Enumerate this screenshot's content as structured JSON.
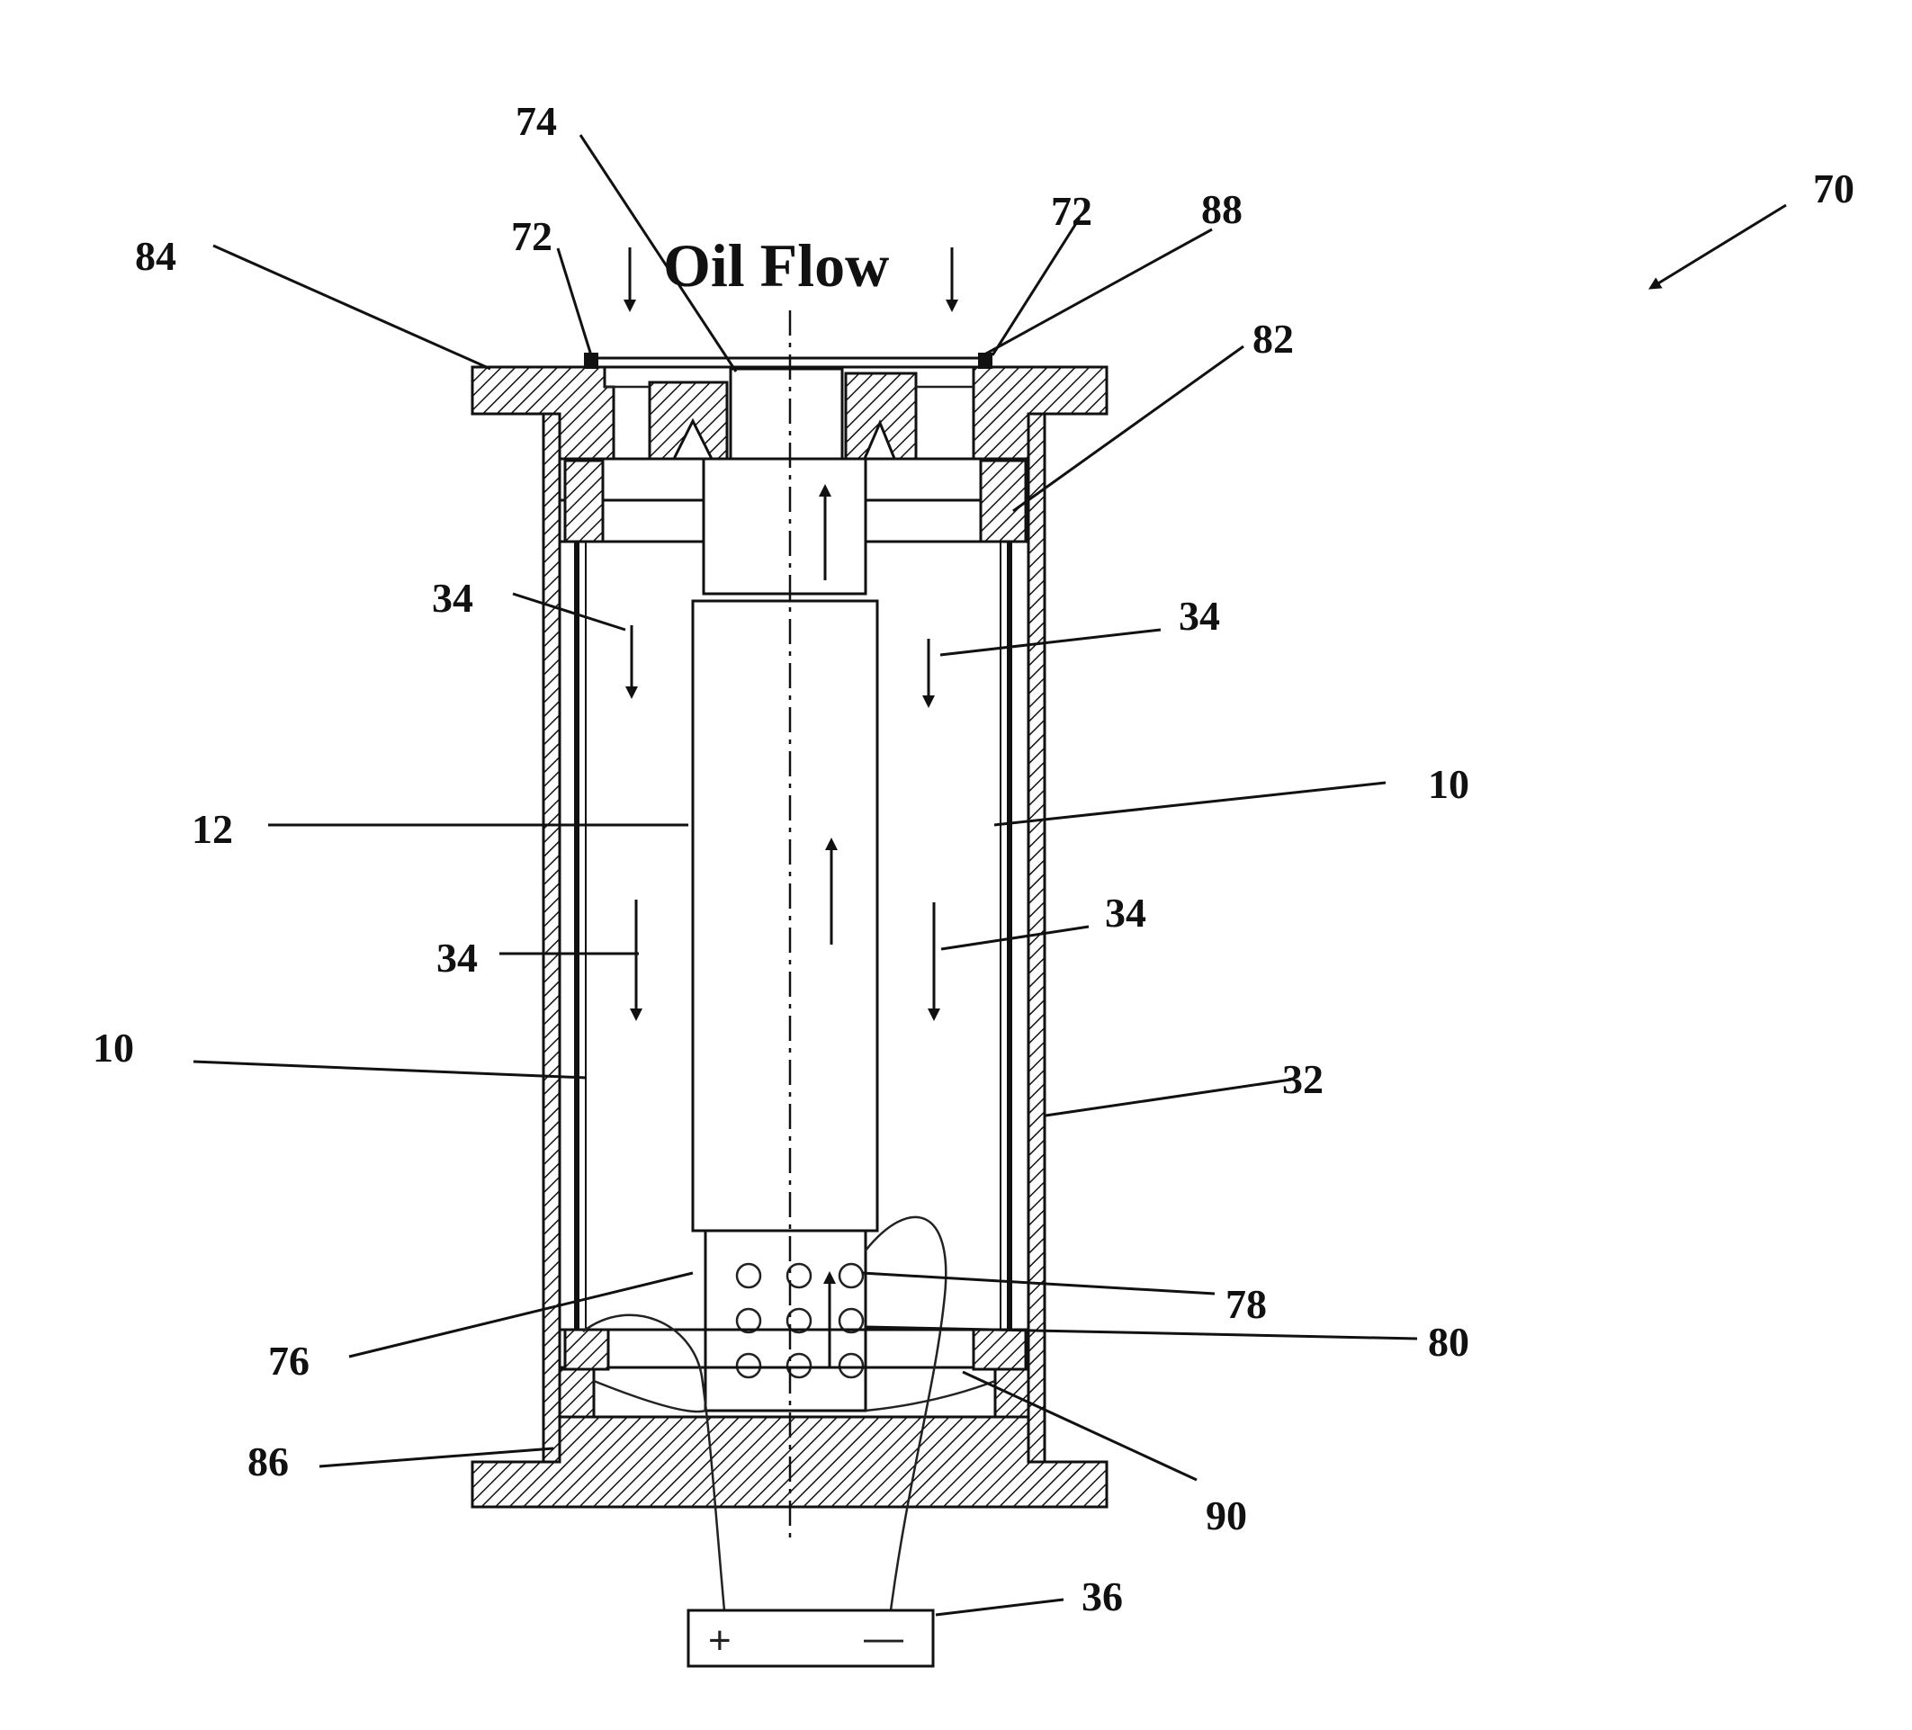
{
  "title": "Oil Flow",
  "labels": {
    "l70": "70",
    "l74": "74",
    "l72a": "72",
    "l72b": "72",
    "l88": "88",
    "l84": "84",
    "l82": "82",
    "l34a": "34",
    "l34b": "34",
    "l34c": "34",
    "l34d": "34",
    "l12": "12",
    "l10a": "10",
    "l10b": "10",
    "l32": "32",
    "l78": "78",
    "l80": "80",
    "l76": "76",
    "l86": "86",
    "l90": "90",
    "l36": "36"
  },
  "terminals": {
    "plus": "+",
    "minus": "—"
  }
}
